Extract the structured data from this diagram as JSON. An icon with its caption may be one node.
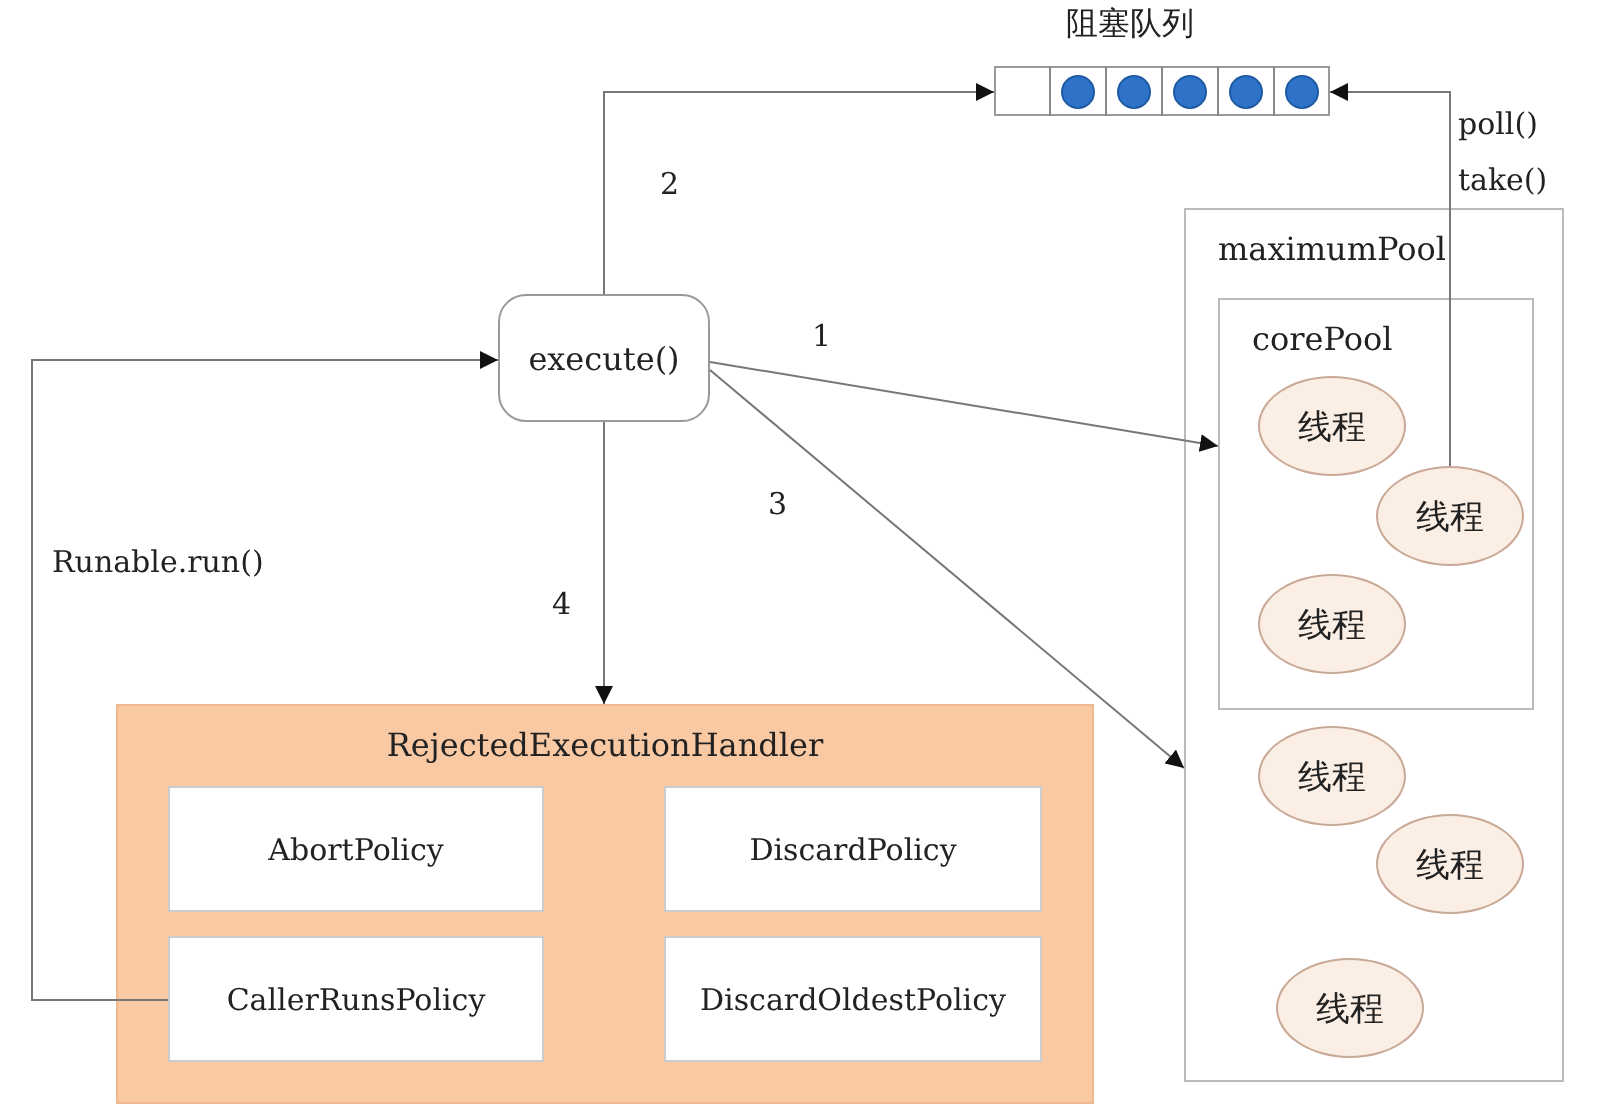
{
  "diagram": {
    "nodes": [
      {
        "text": [
          "阻塞队列"
        ]
      },
      {
        "text": [
          "execute()"
        ]
      },
      {
        "text": [
          "maximumPool"
        ]
      },
      {
        "text": [
          "corePool"
        ],
        "in": 2
      },
      {
        "text": [
          "线程"
        ],
        "in": 3
      },
      {
        "text": [
          "线程"
        ],
        "in": 3
      },
      {
        "text": [
          "线程"
        ],
        "in": 3
      },
      {
        "text": [
          "线程"
        ],
        "in": 2
      },
      {
        "text": [
          "线程"
        ],
        "in": 2
      },
      {
        "text": [
          "线程"
        ],
        "in": 2
      },
      {
        "text": [
          "RejectedExecutionHandler"
        ]
      },
      {
        "text": [
          "AbortPolicy"
        ],
        "in": 10
      },
      {
        "text": [
          "DiscardPolicy"
        ],
        "in": 10
      },
      {
        "text": [
          "CallerRunsPolicy"
        ],
        "in": 10
      },
      {
        "text": [
          "DiscardOldestPolicy"
        ],
        "in": 10
      }
    ],
    "edges": [
      {
        "from": 1,
        "to": 0,
        "arrow": "to",
        "label": "2"
      },
      {
        "from": 5,
        "to": 0,
        "arrow": "to",
        "label": "poll() take()"
      },
      {
        "from": 1,
        "to": 3,
        "arrow": "to",
        "label": "1"
      },
      {
        "from": 1,
        "to": 2,
        "arrow": "to",
        "label": "3"
      },
      {
        "from": 1,
        "to": 10,
        "arrow": "to",
        "label": "4"
      },
      {
        "from": 13,
        "to": 1,
        "arrow": "to",
        "label": "Runable.run()"
      }
    ]
  }
}
